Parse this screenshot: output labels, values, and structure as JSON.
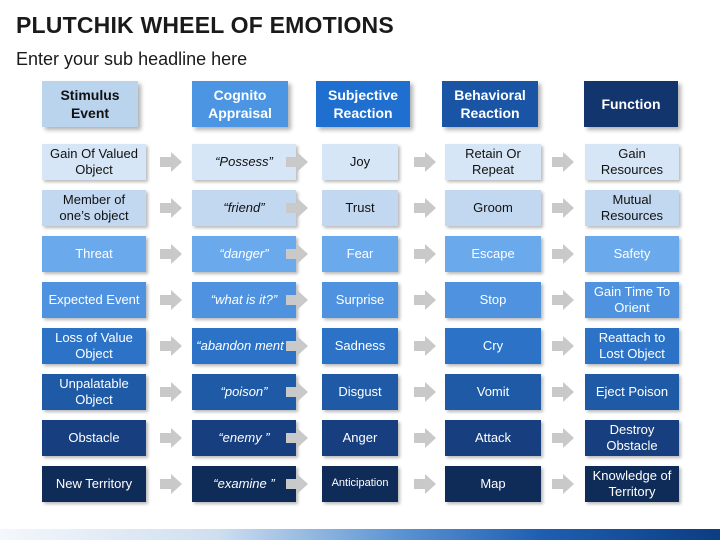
{
  "title": "PLUTCHIK WHEEL OF EMOTIONS",
  "subtitle": "Enter your sub headline here",
  "headers": [
    "Stimulus Event",
    "Cognito Appraisal",
    "Subjective Reaction",
    "Behavioral Reaction",
    "Function"
  ],
  "rows": [
    {
      "stimulus": "Gain Of Valued Object",
      "appraisal": "“Possess”",
      "subjective": "Joy",
      "behavioral": "Retain Or Repeat",
      "function": "Gain Resources"
    },
    {
      "stimulus": "Member of one’s object",
      "appraisal": "“friend”",
      "subjective": "Trust",
      "behavioral": "Groom",
      "function": "Mutual Resources"
    },
    {
      "stimulus": "Threat",
      "appraisal": "“danger”",
      "subjective": "Fear",
      "behavioral": "Escape",
      "function": "Safety"
    },
    {
      "stimulus": "Expected Event",
      "appraisal": "“what is it?”",
      "subjective": "Surprise",
      "behavioral": "Stop",
      "function": "Gain Time To Orient"
    },
    {
      "stimulus": "Loss of Value Object",
      "appraisal": "“abandon ment “",
      "subjective": "Sadness",
      "behavioral": "Cry",
      "function": "Reattach to Lost Object"
    },
    {
      "stimulus": "Unpalatable Object",
      "appraisal": "“poison”",
      "subjective": "Disgust",
      "behavioral": "Vomit",
      "function": "Eject Poison"
    },
    {
      "stimulus": "Obstacle",
      "appraisal": "“enemy ”",
      "subjective": "Anger",
      "behavioral": "Attack",
      "function": "Destroy Obstacle"
    },
    {
      "stimulus": "New Territory",
      "appraisal": "“examine ”",
      "subjective": "Anticipation",
      "behavioral": "Map",
      "function": "Knowledge of Territory"
    }
  ],
  "colors": {
    "header": [
      "#bad4ee",
      "#4b95e2",
      "#1f6fd1",
      "#1a55a5",
      "#11356c"
    ],
    "row_bg": [
      "#d7e6f6",
      "#c2d8f0",
      "#6aa9ec",
      "#4f93e0",
      "#2c73c8",
      "#1e5aa5",
      "#173f7f",
      "#0f2b58"
    ],
    "row_text": [
      "#111111",
      "#111111",
      "#ffffff",
      "#ffffff",
      "#ffffff",
      "#ffffff",
      "#ffffff",
      "#ffffff"
    ],
    "arrow": "#c9c9c9"
  }
}
